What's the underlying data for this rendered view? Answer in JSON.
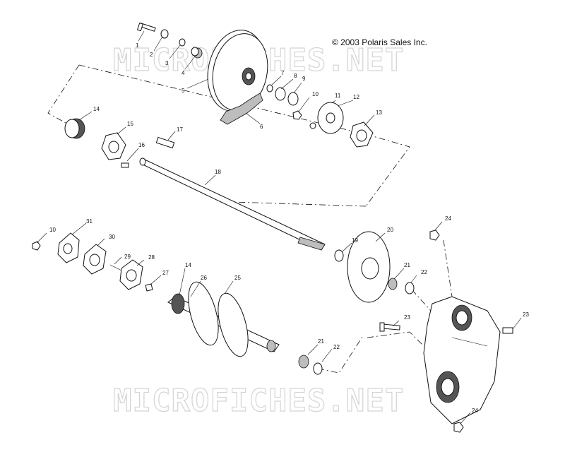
{
  "copyright": "© 2003 Polaris Sales Inc.",
  "watermark_top": "MICROFICHES.NET",
  "watermark_bottom": "MICROFICHES.NET",
  "callouts": [
    "1",
    "2",
    "3",
    "4",
    "5",
    "6",
    "7",
    "8",
    "9",
    "10",
    "11",
    "12",
    "13",
    "14",
    "15",
    "16",
    "17",
    "18",
    "19",
    "20",
    "21",
    "22",
    "23",
    "24",
    "25",
    "26",
    "27",
    "28",
    "29",
    "30",
    "31",
    "10",
    "14",
    "21",
    "22",
    "23",
    "23",
    "24"
  ]
}
